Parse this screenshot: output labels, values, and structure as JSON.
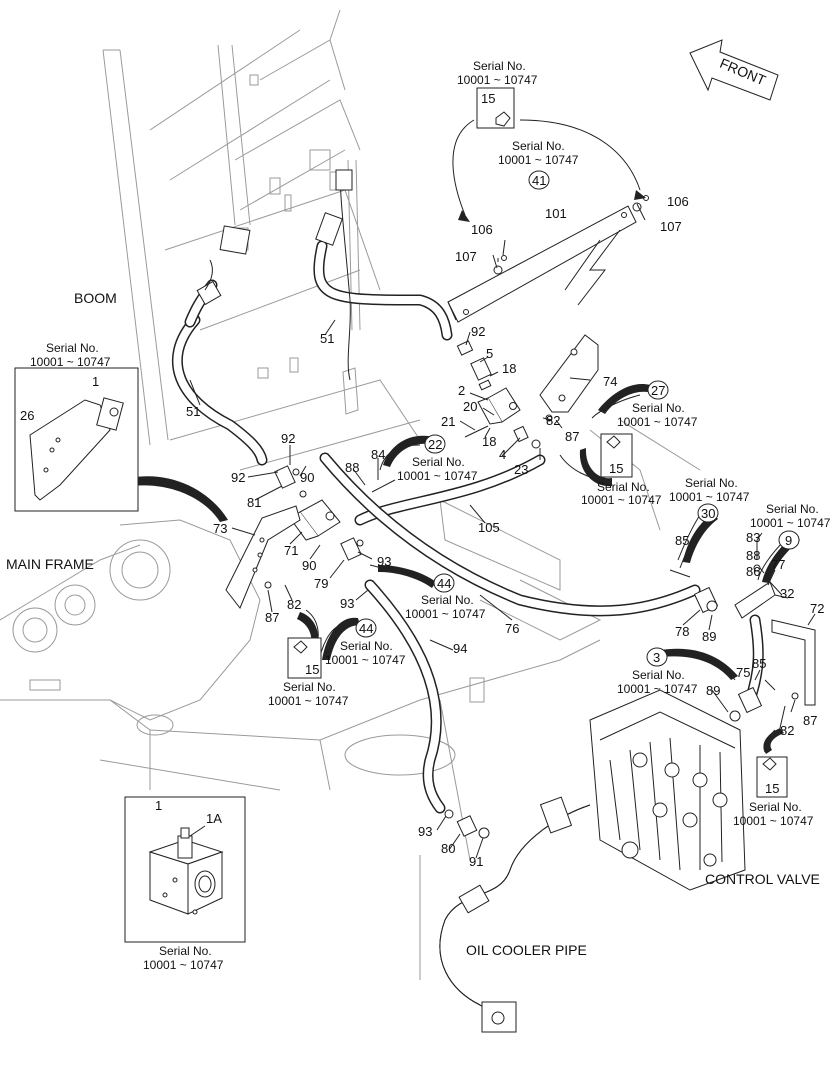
{
  "labels": {
    "front": "FRONT",
    "boom": "BOOM",
    "main_frame": "MAIN FRAME",
    "control_valve": "CONTROL VALVE",
    "oil_cooler_pipe": "OIL COOLER PIPE"
  },
  "serial_notes": [
    {
      "id": "s1",
      "title": "Serial No.",
      "range": "10001 ~ 10747",
      "ref": "15",
      "ref_style": "box"
    },
    {
      "id": "s2",
      "title": "Serial No.",
      "range": "10001 ~ 10747",
      "ref": "41",
      "ref_style": "circle"
    },
    {
      "id": "s3",
      "title": "Serial No.",
      "range": "10001 ~ 10747",
      "ref": "1",
      "ref_style": "plain"
    },
    {
      "id": "s4",
      "title": "Serial No.",
      "range": "10001 ~ 10747",
      "ref": "27",
      "ref_style": "circle"
    },
    {
      "id": "s5",
      "title": "Serial No.",
      "range": "10001 ~ 10747",
      "ref": "22",
      "ref_style": "circle"
    },
    {
      "id": "s6",
      "title": "Serial No.",
      "range": "10001 ~ 10747",
      "ref": "15",
      "ref_style": "box"
    },
    {
      "id": "s7",
      "title": "Serial No.",
      "range": "10001 ~ 10747",
      "ref": "30",
      "ref_style": "circle"
    },
    {
      "id": "s8",
      "title": "Serial No.",
      "range": "10001 ~ 10747",
      "ref": "9",
      "ref_style": "circle"
    },
    {
      "id": "s9",
      "title": "Serial No.",
      "range": "10001 ~ 10747",
      "ref": "44",
      "ref_style": "circle"
    },
    {
      "id": "s10",
      "title": "Serial No.",
      "range": "10001 ~ 10747",
      "ref": "44",
      "ref_style": "circle"
    },
    {
      "id": "s11",
      "title": "Serial No.",
      "range": "10001 ~ 10747",
      "ref": "15",
      "ref_style": "box"
    },
    {
      "id": "s12",
      "title": "Serial No.",
      "range": "10001 ~ 10747",
      "ref": "3",
      "ref_style": "circle"
    },
    {
      "id": "s13",
      "title": "Serial No.",
      "range": "10001 ~ 10747",
      "ref": "15",
      "ref_style": "box"
    },
    {
      "id": "s14",
      "title": "Serial No.",
      "range": "10001 ~ 10747",
      "ref": "1",
      "ref_style": "plain"
    }
  ],
  "inset_labels": {
    "block_sub": "1A"
  },
  "part_numbers": [
    "106",
    "107",
    "101",
    "106",
    "107",
    "51",
    "92",
    "5",
    "18",
    "2",
    "74",
    "20",
    "21",
    "18",
    "4",
    "23",
    "82",
    "87",
    "92",
    "92",
    "81",
    "90",
    "84",
    "88",
    "51",
    "26",
    "73",
    "71",
    "90",
    "79",
    "93",
    "105",
    "85",
    "83",
    "88",
    "86",
    "77",
    "32",
    "72",
    "87",
    "82",
    "93",
    "76",
    "78",
    "89",
    "94",
    "75",
    "85",
    "89",
    "82",
    "87",
    "93",
    "80",
    "91"
  ]
}
